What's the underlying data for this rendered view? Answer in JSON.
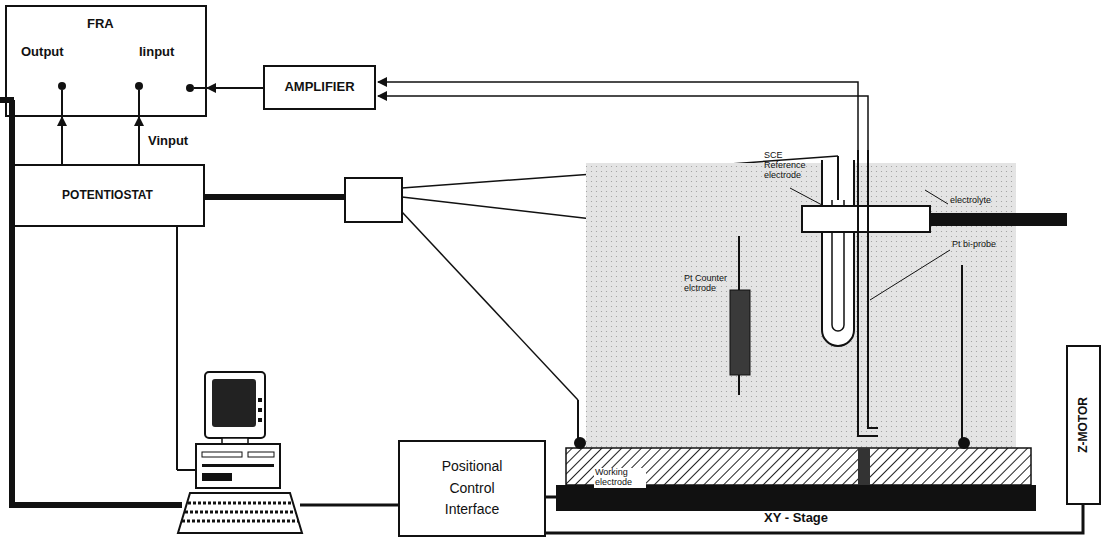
{
  "diagram": {
    "nodes": [
      {
        "text": [
          "FRA",
          "Output",
          "Iinput"
        ]
      },
      {
        "text": [
          "AMPLIFIER"
        ]
      },
      {
        "text": [
          "POTENTIOSTAT"
        ]
      },
      {
        "text": [
          "Positional Control Interface"
        ]
      },
      {
        "text": [
          "XY - Stage"
        ]
      },
      {
        "text": [
          "Z-MOTOR"
        ]
      }
    ],
    "edges": [
      {
        "from": 1,
        "to": 0,
        "arrow": "to"
      },
      {
        "from": 2,
        "to": 0,
        "arrow": "to"
      },
      {
        "from": 2,
        "to": 0,
        "label": "Vinput",
        "arrow": "to"
      },
      {
        "from": 3,
        "to": 4,
        "arrow": "none"
      },
      {
        "from": 3,
        "to": 5,
        "arrow": "none"
      }
    ],
    "labels": [
      "SCE Reference electrode",
      "Pt Counter elctrode",
      "electrolyte",
      "Pt bi-probe",
      "Working electrode"
    ]
  }
}
